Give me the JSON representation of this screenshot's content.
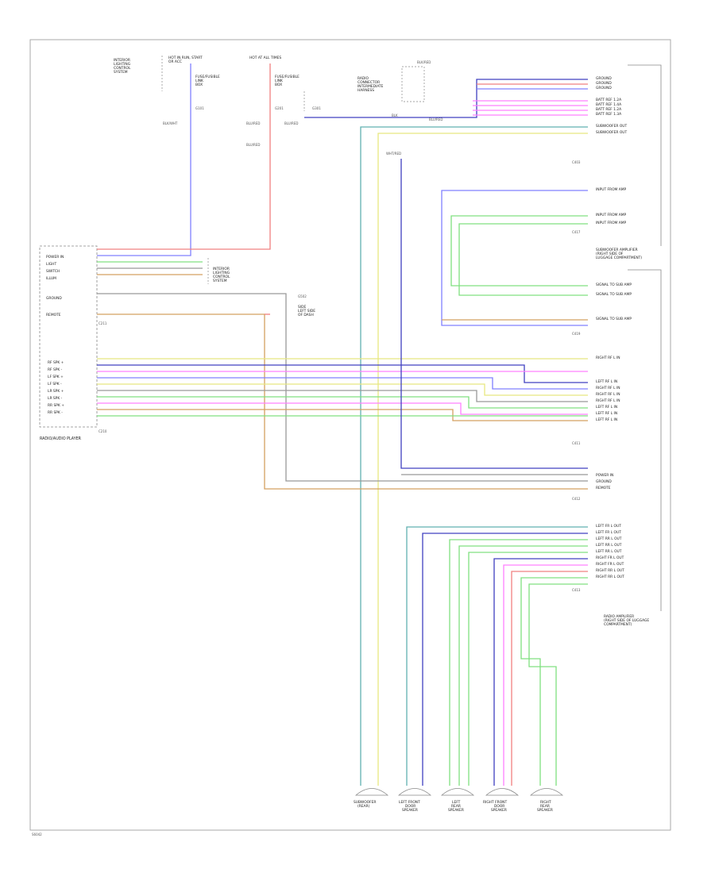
{
  "figure_id": "S6042",
  "top_components": {
    "left_label": [
      "INTERIOR",
      "LIGHTING",
      "CONTROL",
      "SYSTEM"
    ],
    "fuse_a": [
      "HOT IN RUN, START",
      "OR ACC"
    ],
    "fuse_b": [
      "HOT AT ALL TIMES"
    ],
    "fuse_a_name": [
      "FUSE/FUSIBLE",
      "LINK",
      "BOX"
    ],
    "fuse_b_name": [
      "FUSE/FUSIBLE",
      "LINK",
      "BOX"
    ],
    "radio_rcvr": [
      "RADIO",
      "CONNECTOR",
      "INTERMEDIATE",
      "HARNESS"
    ],
    "radio_rcvr_name": "BLK/RED",
    "g1": "G101",
    "g2": "G201",
    "g3": "G301"
  },
  "wire_labels": {
    "blk_wht": "BLK/WHT",
    "blu_red": "BLU/RED",
    "blu_red2": "BLU/RED",
    "blu_red3": "BLU/RED",
    "blu_red4": "BLU/RED",
    "blk": "BLK",
    "wht_red": "WHT/RED"
  },
  "left_unit": {
    "name": "RADIO/AUDIO PLAYER",
    "code_top": "C211",
    "code_bot": "C210",
    "pins_top": [
      "POWER IN",
      "LIGHT",
      "SWITCH",
      "ILLUM",
      "GROUND",
      "REMOTE"
    ],
    "pins_bot": [
      "RF SPK +",
      "RF SPK -",
      "LF SPK +",
      "LF SPK -",
      "LR SPK +",
      "LR SPK -",
      "RR SPK +",
      "RR SPK -"
    ],
    "illum_label": [
      "INTERIOR",
      "LIGHTING",
      "CONTROL",
      "SYSTEM"
    ],
    "gnd_label": [
      "G502",
      "SIDE",
      "LEFT SIDE",
      "OF DASH"
    ]
  },
  "right_unit_top": {
    "name": [
      "SUBWOOFER AMPLIFIER",
      "(RIGHT SIDE OF",
      "LUGGAGE COMPARTMENT)"
    ],
    "pins": [
      "GROUND",
      "GROUND",
      "GROUND",
      "BATT REF 1.2A",
      "BATT REF 1.4A",
      "BATT REF 1.2A",
      "BATT REF 1.3A",
      "SUBWOOFER OUT",
      "SUBWOOFER OUT",
      "INPUT FROM AMP",
      "INPUT FROM AMP",
      "INPUT FROM AMP",
      "SIGNAL TO SUB AMP",
      "SIGNAL TO SUB AMP",
      "SIGNAL TO SUB AMP"
    ],
    "codes": [
      "C403",
      "C417",
      "C419"
    ]
  },
  "right_unit_bot": {
    "name": [
      "RADIO AMPLIFIER",
      "(RIGHT SIDE OF LUGGAGE",
      "COMPARTMENT)"
    ],
    "pins_a": [
      "RIGHT RF L IN",
      "LEFT RF L IN",
      "RIGHT RF L IN",
      "RIGHT RF L IN",
      "RIGHT RF L IN",
      "LEFT RF L IN",
      "LEFT RF L IN",
      "LEFT RF L IN"
    ],
    "pins_b": [
      "POWER IN",
      "GROUND",
      "REMOTE"
    ],
    "pins_c": [
      "LEFT FR L OUT",
      "LEFT FR L OUT",
      "LEFT RR L OUT",
      "LEFT RR L OUT",
      "LEFT RR L OUT",
      "RIGHT FR L OUT",
      "RIGHT FR L OUT",
      "RIGHT RR L OUT",
      "RIGHT RR L OUT"
    ],
    "codes": [
      "C411",
      "C412",
      "C413"
    ]
  },
  "speakers": [
    {
      "name": [
        "SUBWOOFER",
        "(REAR)"
      ]
    },
    {
      "name": [
        "LEFT FRONT",
        "DOOR",
        "SPEAKER"
      ]
    },
    {
      "name": [
        "LEFT",
        "REAR",
        "SPEAKER"
      ]
    },
    {
      "name": [
        "RIGHT FRONT",
        "DOOR",
        "SPEAKER"
      ]
    },
    {
      "name": [
        "RIGHT",
        "REAR",
        "SPEAKER"
      ]
    }
  ],
  "colors": {
    "red": "#f08080",
    "blue": "#8080ff",
    "navy": "#4040c0",
    "green": "#80e080",
    "yellow": "#e8e880",
    "orange": "#d4a060",
    "pink": "#ff80ff",
    "gray": "#999999",
    "teal": "#60b0b0",
    "line": "#888888"
  }
}
